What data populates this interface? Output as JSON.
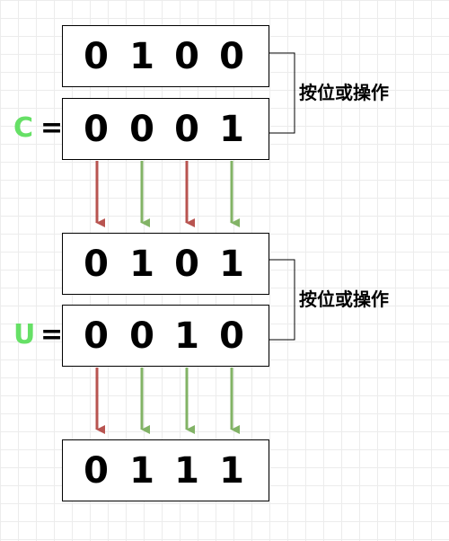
{
  "rows": [
    {
      "id": "row-1",
      "digits": [
        "0",
        "1",
        "0",
        "0"
      ]
    },
    {
      "id": "row-c",
      "label": "C",
      "equals": "=",
      "digits": [
        "0",
        "0",
        "0",
        "1"
      ]
    },
    {
      "id": "row-3",
      "digits": [
        "0",
        "1",
        "0",
        "1"
      ]
    },
    {
      "id": "row-u",
      "label": "U",
      "equals": "=",
      "digits": [
        "0",
        "0",
        "1",
        "0"
      ]
    },
    {
      "id": "row-5",
      "digits": [
        "0",
        "1",
        "1",
        "1"
      ]
    }
  ],
  "operations": [
    {
      "label": "按位或操作"
    },
    {
      "label": "按位或操作"
    }
  ],
  "arrows": [
    [
      "red",
      "green",
      "red",
      "green"
    ],
    [
      "red",
      "green",
      "green",
      "green"
    ]
  ],
  "colors": {
    "label": "#66e066",
    "arrow_red": "#b85450",
    "arrow_green": "#82b366",
    "border": "#000000",
    "grid": "#ececec"
  }
}
